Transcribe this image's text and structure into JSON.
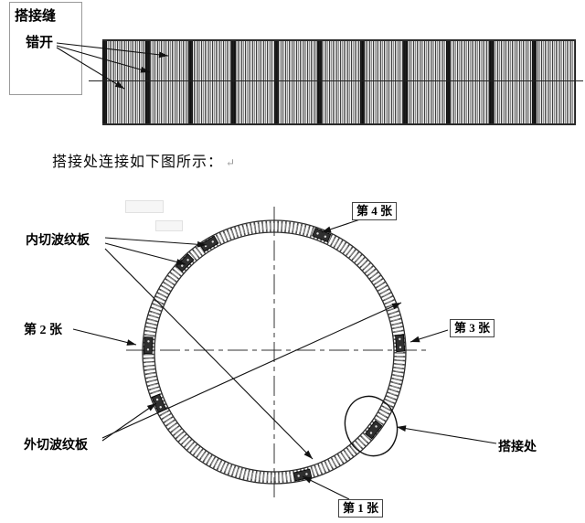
{
  "top": {
    "seam_label_line1": "搭接缝",
    "seam_label_line2": "错开"
  },
  "caption": {
    "text": "搭接处连接如下图所示：",
    "return_mark": "↵"
  },
  "diagram": {
    "labels": {
      "sheet4": "第 4 张",
      "inner_plate": "内切波纹板",
      "sheet2": "第 2 张",
      "sheet3": "第 3 张",
      "outer_plate": "外切波纹板",
      "lap_joint": "搭接处",
      "sheet1": "第 1 张"
    }
  }
}
